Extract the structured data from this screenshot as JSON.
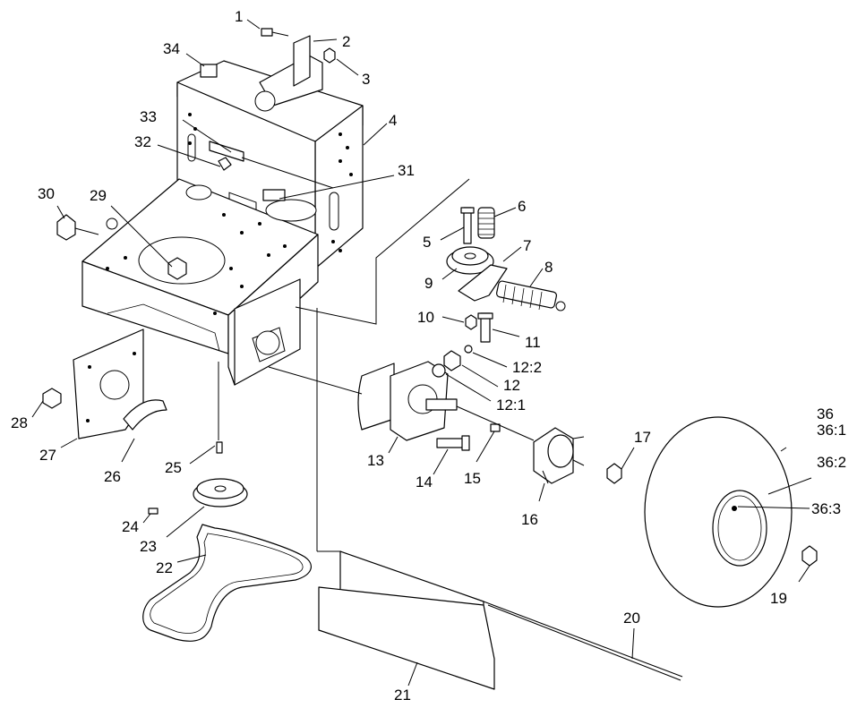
{
  "callouts": [
    "1",
    "2",
    "3",
    "4",
    "5",
    "6",
    "7",
    "8",
    "9",
    "10",
    "11",
    "12:2",
    "12",
    "12:1",
    "13",
    "14",
    "15",
    "16",
    "17",
    "19",
    "20",
    "21",
    "22",
    "23",
    "24",
    "25",
    "26",
    "27",
    "28",
    "29",
    "30",
    "31",
    "32",
    "33",
    "34",
    "36",
    "36:1",
    "36:2",
    "36:3"
  ]
}
